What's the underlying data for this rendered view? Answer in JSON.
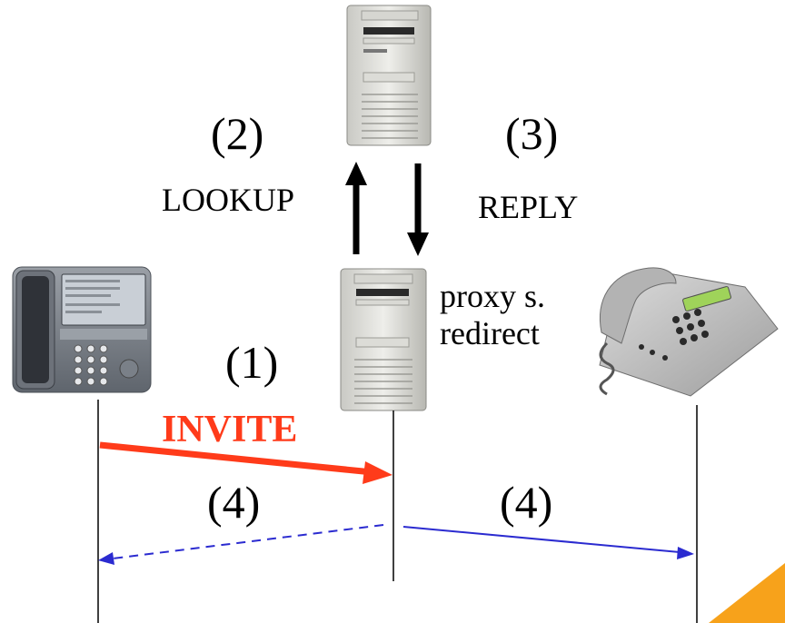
{
  "diagram": {
    "steps": {
      "step1": "(1)",
      "step2": "(2)",
      "step3": "(3)",
      "step4_left": "(4)",
      "step4_right": "(4)"
    },
    "messages": {
      "lookup": "LOOKUP",
      "reply": "REPLY",
      "invite": "INVITE"
    },
    "proxy_label": {
      "line1": "proxy s.",
      "line2": "redirect"
    },
    "colors": {
      "invite": "#ff3b1a",
      "response": "#2b2bd0",
      "line": "#000000",
      "accent": "#f7a21b"
    },
    "icons": [
      "server-icon",
      "ip-phone-icon",
      "desk-phone-icon"
    ]
  }
}
